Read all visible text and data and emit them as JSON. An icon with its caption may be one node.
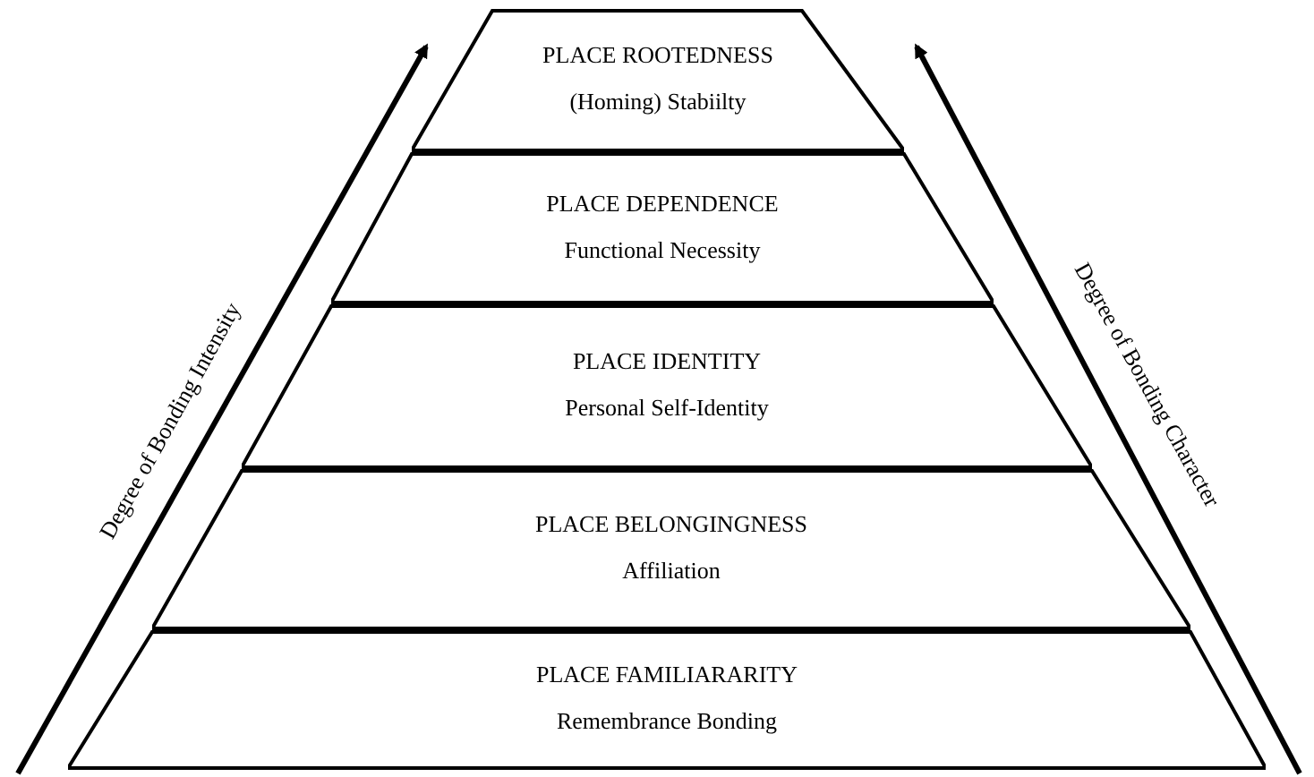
{
  "diagram": {
    "nodes": [
      {
        "text": [
          "PLACE ROOTEDNESS",
          "(Homing) Stabiilty"
        ]
      },
      {
        "text": [
          "PLACE DEPENDENCE",
          "Functional Necessity"
        ]
      },
      {
        "text": [
          "PLACE IDENTITY",
          "Personal Self-Identity"
        ]
      },
      {
        "text": [
          "PLACE BELONGINGNESS",
          "Affiliation"
        ]
      },
      {
        "text": [
          "PLACE FAMILIARARITY",
          "Remembrance Bonding"
        ]
      }
    ],
    "labels": [
      "Degree of Bonding Intensity",
      "Degree of Bonding Character"
    ]
  }
}
